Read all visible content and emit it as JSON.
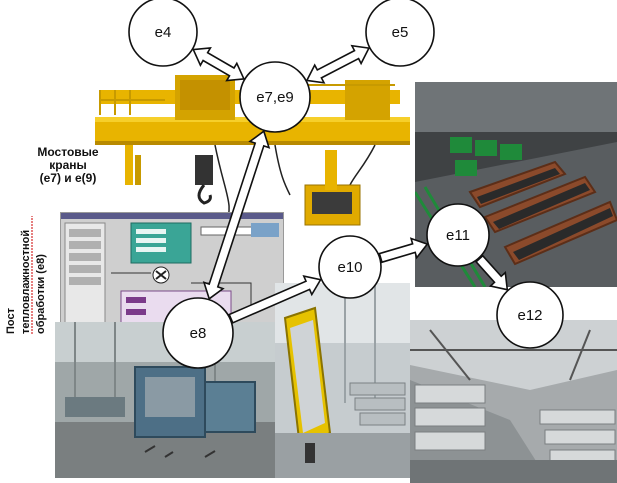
{
  "labels": {
    "cranes_line1": "Мостовые",
    "cranes_line2": "краны",
    "cranes_line3": "(е7) и е(9)",
    "post_line1": "Пост",
    "post_line2": "тепловлажностной",
    "post_line3": "обработки (е8)"
  },
  "nodes": [
    {
      "id": "e4",
      "label": "е4"
    },
    {
      "id": "e5",
      "label": "е5"
    },
    {
      "id": "e7e9",
      "label": "е7,е9"
    },
    {
      "id": "e8",
      "label": "е8"
    },
    {
      "id": "e10",
      "label": "е10"
    },
    {
      "id": "e11",
      "label": "е11"
    },
    {
      "id": "e12",
      "label": "е12"
    }
  ],
  "edges": [
    {
      "from": "e7e9",
      "to": "e4",
      "bidirectional": true
    },
    {
      "from": "e7e9",
      "to": "e5",
      "bidirectional": true
    },
    {
      "from": "e8",
      "to": "e7e9",
      "bidirectional": true
    },
    {
      "from": "e8",
      "to": "e10",
      "bidirectional": false
    },
    {
      "from": "e10",
      "to": "e11",
      "bidirectional": false
    },
    {
      "from": "e11",
      "to": "e12",
      "bidirectional": false
    }
  ],
  "colors": {
    "crane_yellow": "#e8b400",
    "mold_green": "#1f8a3a",
    "mold_rust": "#8b4a2b",
    "hmi_teal": "#3aa596",
    "underline_red": "#cc0000"
  }
}
